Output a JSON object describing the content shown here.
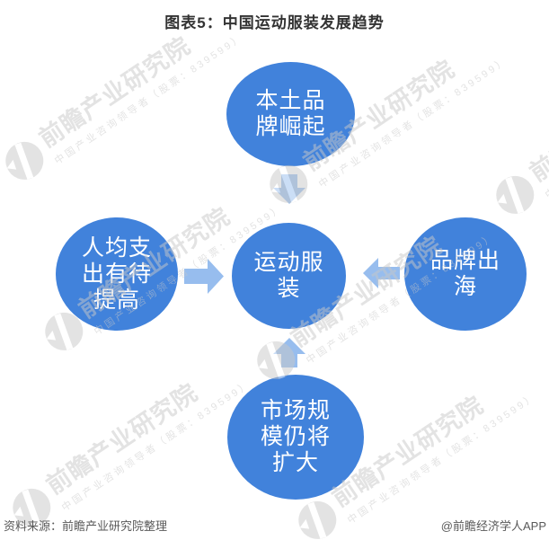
{
  "title": "图表5：中国运动服装发展趋势",
  "colors": {
    "node_fill": "#4182db",
    "node_text": "#ffffff",
    "arrow_fill": "#97bdee",
    "title_text": "#333333",
    "footer_text": "#595959",
    "watermark": "#c8c8c8"
  },
  "diagram": {
    "center_node": {
      "label": "运动服\n装"
    },
    "top_node": {
      "label": "本土品\n牌崛起"
    },
    "left_node": {
      "label": "人均支\n出有待\n提高"
    },
    "right_node": {
      "label": "品牌出\n海"
    },
    "bottom_node": {
      "label": "市场规\n模仍将\n扩大"
    }
  },
  "watermark": {
    "text": "前瞻产业研究院",
    "subtext": "中国产业咨询领导者（股票：839599）"
  },
  "footer": {
    "source": "资料来源：前瞻产业研究院整理",
    "credit": "@前瞻经济学人APP"
  }
}
